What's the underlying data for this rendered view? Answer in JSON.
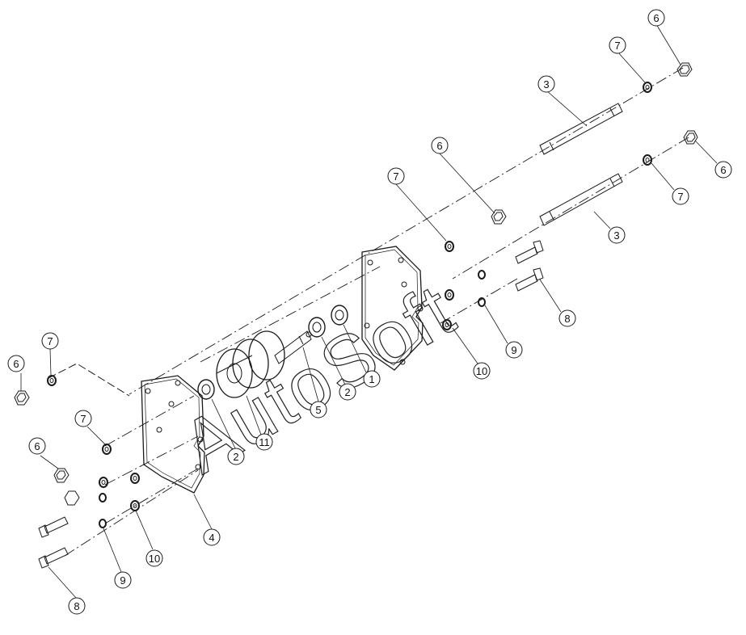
{
  "watermark": {
    "text": "AutoSoft"
  },
  "colors": {
    "line": "#1a1a1a",
    "background": "#ffffff"
  },
  "callouts": [
    {
      "id": "c-6-top-right",
      "label": "6"
    },
    {
      "id": "c-7-top-right",
      "label": "7"
    },
    {
      "id": "c-3-upper",
      "label": "3"
    },
    {
      "id": "c-6-right",
      "label": "6"
    },
    {
      "id": "c-7-right",
      "label": "7"
    },
    {
      "id": "c-3-lower",
      "label": "3"
    },
    {
      "id": "c-6-mid",
      "label": "6"
    },
    {
      "id": "c-7-mid",
      "label": "7"
    },
    {
      "id": "c-8-right",
      "label": "8"
    },
    {
      "id": "c-9-right",
      "label": "9"
    },
    {
      "id": "c-10-right",
      "label": "10"
    },
    {
      "id": "c-1",
      "label": "1"
    },
    {
      "id": "c-2-upper",
      "label": "2"
    },
    {
      "id": "c-5",
      "label": "5"
    },
    {
      "id": "c-11",
      "label": "11"
    },
    {
      "id": "c-2-lower",
      "label": "2"
    },
    {
      "id": "c-4",
      "label": "4"
    },
    {
      "id": "c-6-left-top",
      "label": "6"
    },
    {
      "id": "c-7-left-top",
      "label": "7"
    },
    {
      "id": "c-7-left",
      "label": "7"
    },
    {
      "id": "c-6-left",
      "label": "6"
    },
    {
      "id": "c-9-left",
      "label": "9"
    },
    {
      "id": "c-10-left",
      "label": "10"
    },
    {
      "id": "c-8-left",
      "label": "8"
    }
  ]
}
